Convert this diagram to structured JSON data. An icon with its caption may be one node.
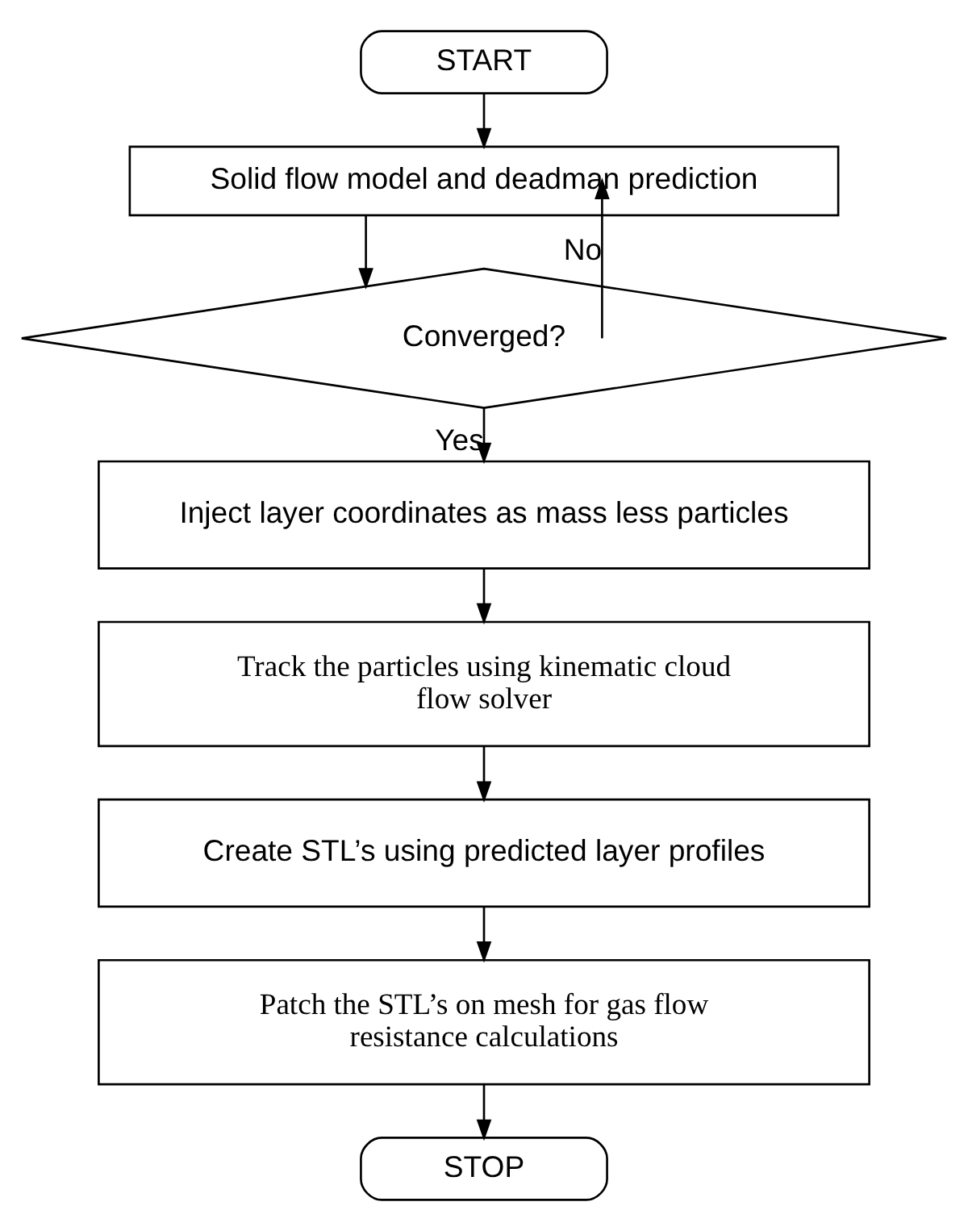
{
  "diagram": {
    "nodes": [
      {
        "text": [
          "START"
        ]
      },
      {
        "text": [
          "Solid flow model and deadman prediction"
        ]
      },
      {
        "text": [
          "Converged?"
        ]
      },
      {
        "text": [
          "Inject layer coordinates as mass less particles"
        ]
      },
      {
        "text": [
          "Track the particles using kinematic cloud flow solver"
        ]
      },
      {
        "text": [
          "Create STL’s using predicted layer profiles"
        ]
      },
      {
        "text": [
          "Patch the STL’s on mesh for gas flow resistance calculations"
        ]
      },
      {
        "text": [
          "STOP"
        ]
      }
    ],
    "edges": [
      {
        "from": 0,
        "to": 1,
        "arrow": "to"
      },
      {
        "from": 1,
        "to": 2,
        "arrow": "to"
      },
      {
        "from": 2,
        "to": 1,
        "arrow": "to",
        "label": "No"
      },
      {
        "from": 2,
        "to": 3,
        "arrow": "to",
        "label": "Yes"
      },
      {
        "from": 3,
        "to": 4,
        "arrow": "to"
      },
      {
        "from": 4,
        "to": 5,
        "arrow": "to"
      },
      {
        "from": 5,
        "to": 6,
        "arrow": "to"
      },
      {
        "from": 6,
        "to": 7,
        "arrow": "to"
      }
    ]
  }
}
